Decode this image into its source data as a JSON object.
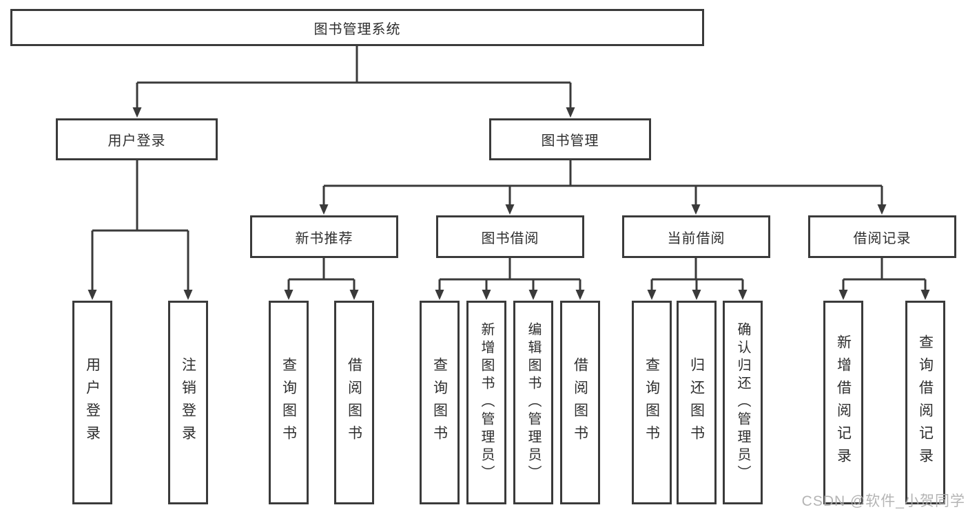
{
  "diagram_type": "hierarchy-tree",
  "colors": {
    "background": "#ffffff",
    "line": "#3a3a3a",
    "box_border": "#3a3a3a",
    "text": "#2e2e2e",
    "watermark": "#aeaeae"
  },
  "tree": {
    "label": "图书管理系统",
    "children": [
      {
        "label": "用户登录",
        "children": [
          {
            "label": "用户登录"
          },
          {
            "label": "注销登录"
          }
        ]
      },
      {
        "label": "图书管理",
        "children": [
          {
            "label": "新书推荐",
            "children": [
              {
                "label": "查询图书"
              },
              {
                "label": "借阅图书"
              }
            ]
          },
          {
            "label": "图书借阅",
            "children": [
              {
                "label": "查询图书"
              },
              {
                "label": "新增图书（管理员）"
              },
              {
                "label": "编辑图书（管理员）"
              },
              {
                "label": "借阅图书"
              }
            ]
          },
          {
            "label": "当前借阅",
            "children": [
              {
                "label": "查询图书"
              },
              {
                "label": "归还图书"
              },
              {
                "label": "确认归还（管理员）"
              }
            ]
          },
          {
            "label": "借阅记录",
            "children": [
              {
                "label": "新增借阅记录"
              },
              {
                "label": "查询借阅记录"
              }
            ]
          }
        ]
      }
    ]
  },
  "watermark": {
    "text": "CSDN @软件_小贺同学"
  }
}
